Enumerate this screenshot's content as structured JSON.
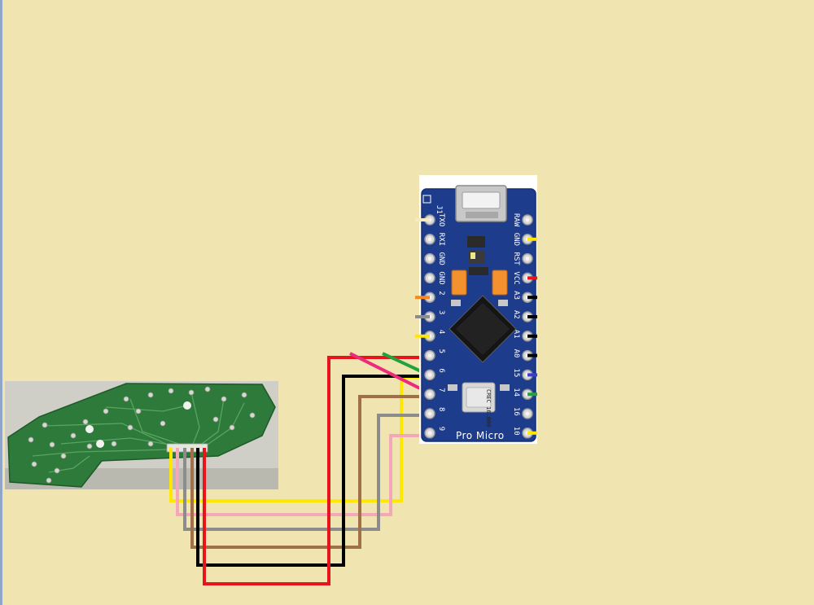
{
  "board": {
    "brand": "Pro Micro",
    "crystal": "CREC 16.000",
    "left_pins": [
      "TXO",
      "RXI",
      "GND",
      "GND",
      "2",
      "3",
      "4",
      "5",
      "6",
      "7",
      "8",
      "9"
    ],
    "right_pins": [
      "RAW",
      "GND",
      "RST",
      "VCC",
      "A3",
      "A2",
      "A1",
      "A0",
      "15",
      "14",
      "16",
      "10"
    ],
    "corner_mark": "J1"
  },
  "wire_colors": {
    "red": "#E8141B",
    "black": "#000000",
    "brown": "#A0704A",
    "gray": "#8C8C8C",
    "pink": "#F4A7B9",
    "yellow": "#FFE800",
    "green": "#1FA33A",
    "magenta": "#EE2A7B",
    "orange": "#F7871F",
    "blue": "#3D3DD6"
  },
  "pcb_color": "#2E7A3A",
  "icons": [
    "usb-connector-icon",
    "microcontroller-chip-icon",
    "crystal-oscillator-icon"
  ]
}
